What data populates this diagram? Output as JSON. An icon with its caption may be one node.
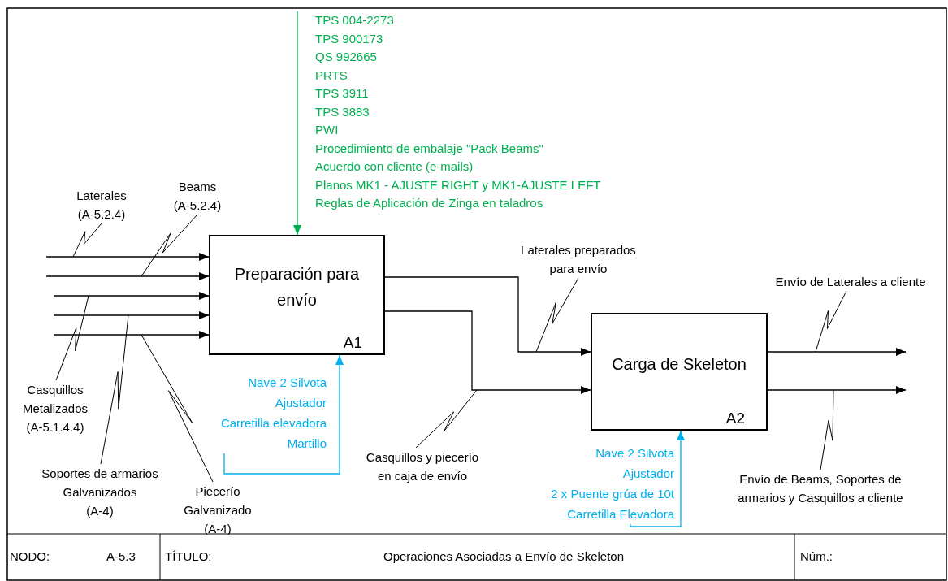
{
  "diagram": {
    "nodes": [
      {
        "text": [
          "Preparación para envío",
          "A1"
        ]
      },
      {
        "text": [
          "Carga de Skeleton",
          "A2"
        ]
      },
      {
        "text": [
          "TPS 004-2273",
          "TPS 900173",
          "QS 992665",
          "PRTS",
          "TPS 3911",
          "TPS 3883",
          "PWI",
          "Procedimiento de embalaje \"Pack Beams\"",
          "Acuerdo con cliente (e-mails)",
          "Planos MK1 - AJUSTE RIGHT y MK1-AJUSTE LEFT",
          "Reglas de Aplicación de Zinga en taladros"
        ]
      },
      {
        "text": [
          "Nave 2 Silvota",
          "Ajustador",
          "Carretilla elevadora",
          "Martillo"
        ]
      },
      {
        "text": [
          "Nave 2 Silvota",
          "Ajustador",
          "2 x Puente grúa de 10t",
          "Carretilla Elevadora"
        ]
      },
      {
        "text": [
          "Laterales (A-5.2.4)"
        ]
      },
      {
        "text": [
          "Beams (A-5.2.4)"
        ]
      },
      {
        "text": [
          "Casquillos Metalizados (A-5.1.4.4)"
        ]
      },
      {
        "text": [
          "Soportes de armarios Galvanizados (A-4)"
        ]
      },
      {
        "text": [
          "Piecerío Galvanizado (A-4)"
        ]
      },
      {
        "text": [
          "Laterales preparados para envío"
        ]
      },
      {
        "text": [
          "Casquillos y piecerío en caja de envío"
        ]
      },
      {
        "text": [
          "Envío de Laterales a cliente"
        ]
      },
      {
        "text": [
          "Envío de Beams, Soportes de armarios y Casquillos a cliente"
        ]
      }
    ],
    "edges": [
      {
        "from": null,
        "to": 0,
        "arrow": "to"
      },
      {
        "from": null,
        "to": 0,
        "arrow": "to"
      },
      {
        "from": null,
        "to": 0,
        "arrow": "to"
      },
      {
        "from": null,
        "to": 0,
        "arrow": "to"
      },
      {
        "from": null,
        "to": 0,
        "arrow": "to"
      },
      {
        "from": 2,
        "to": 0,
        "arrow": "to",
        "color": "#00b050"
      },
      {
        "from": 3,
        "to": 0,
        "arrow": "to",
        "color": "#00b0f0"
      },
      {
        "from": 0,
        "to": 1,
        "arrow": "to"
      },
      {
        "from": 0,
        "to": 1,
        "arrow": "to"
      },
      {
        "from": 1,
        "to": null,
        "arrow": "to"
      },
      {
        "from": 1,
        "to": null,
        "arrow": "to"
      },
      {
        "from": 4,
        "to": 1,
        "arrow": "to",
        "color": "#00b0f0"
      },
      {
        "from": 5,
        "to": null,
        "arrow": "none"
      },
      {
        "from": 6,
        "to": null,
        "arrow": "none"
      },
      {
        "from": 7,
        "to": null,
        "arrow": "none"
      },
      {
        "from": 8,
        "to": null,
        "arrow": "none"
      },
      {
        "from": 9,
        "to": null,
        "arrow": "none"
      },
      {
        "from": 10,
        "to": null,
        "arrow": "none"
      },
      {
        "from": 11,
        "to": null,
        "arrow": "none"
      },
      {
        "from": 12,
        "to": null,
        "arrow": "none"
      },
      {
        "from": 13,
        "to": null,
        "arrow": "none"
      }
    ],
    "labels": [
      "NODO:",
      "A-5.3",
      "TÍTULO:",
      "Operaciones Asociadas a Envío de Skeleton",
      "Núm.:"
    ]
  }
}
